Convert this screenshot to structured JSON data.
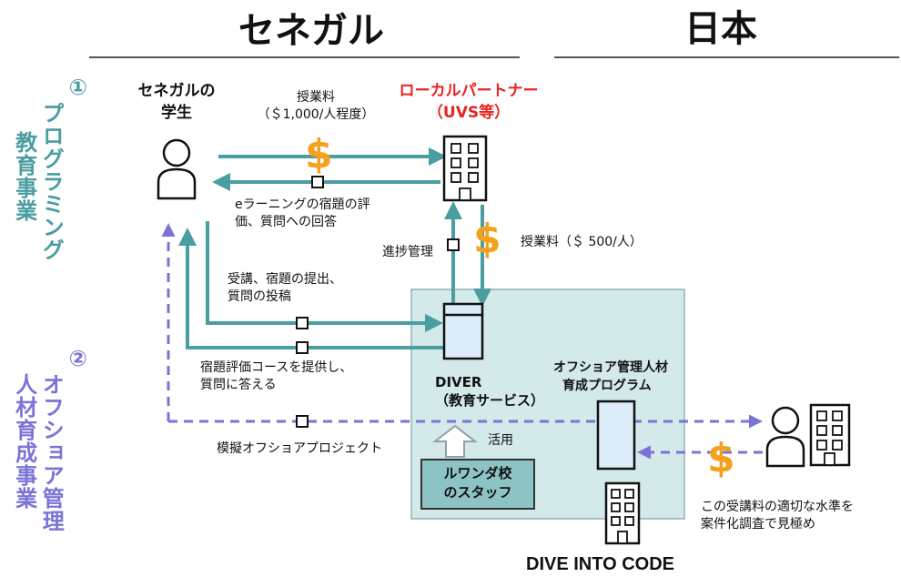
{
  "header": {
    "senegal": "セネガル",
    "japan": "日本"
  },
  "sections": {
    "programming": {
      "number": "①",
      "title_line1": "プログラミング",
      "title_line2": "教育事業"
    },
    "offshore": {
      "number": "②",
      "title_line1": "オフショア管理",
      "title_line2": "人材育成事業"
    }
  },
  "actors": {
    "student": {
      "line1": "セネガルの",
      "line2": "学生"
    },
    "partner": {
      "line1": "ローカルパートナー",
      "line2": "（UVS等）"
    },
    "diver": {
      "line1": "DIVER",
      "line2": "（教育サービス）"
    },
    "rwanda": {
      "line1": "ルワンダ校",
      "line2": "のスタッフ"
    },
    "offshore_program": {
      "line1": "オフショア管理人材",
      "line2": "育成プログラム"
    },
    "company": "DIVE INTO CODE"
  },
  "labels": {
    "tuition_top_line1": "授業料",
    "tuition_top_line2": "（＄1,000/人程度）",
    "elearning_line1": "eラーニングの宿題の評",
    "elearning_line2": "価、質問への回答",
    "progress": "進捗管理",
    "tuition_partner": "授業料（＄ 500/人）",
    "submit_line1": "受講、宿題の提出、",
    "submit_line2": "質問の投稿",
    "provide_line1": "宿題評価コースを提供し、",
    "provide_line2": "質問に答える",
    "utilize": "活用",
    "mock_project": "模擬オフショアプロジェクト",
    "fee_check_line1": "この受講料の適切な水準を",
    "fee_check_line2": "案件化調査で見極め"
  },
  "symbols": {
    "dollar": "$"
  },
  "colors": {
    "teal": "#4a9ea0",
    "purple": "#7a74d6",
    "red": "#e8231f",
    "gold": "#f3a21f",
    "box_fill": "#d3e9ea",
    "box_border": "#8fb3b5",
    "rwanda_fill": "#8ec3c6",
    "doc_fill": "#dcecf8"
  }
}
